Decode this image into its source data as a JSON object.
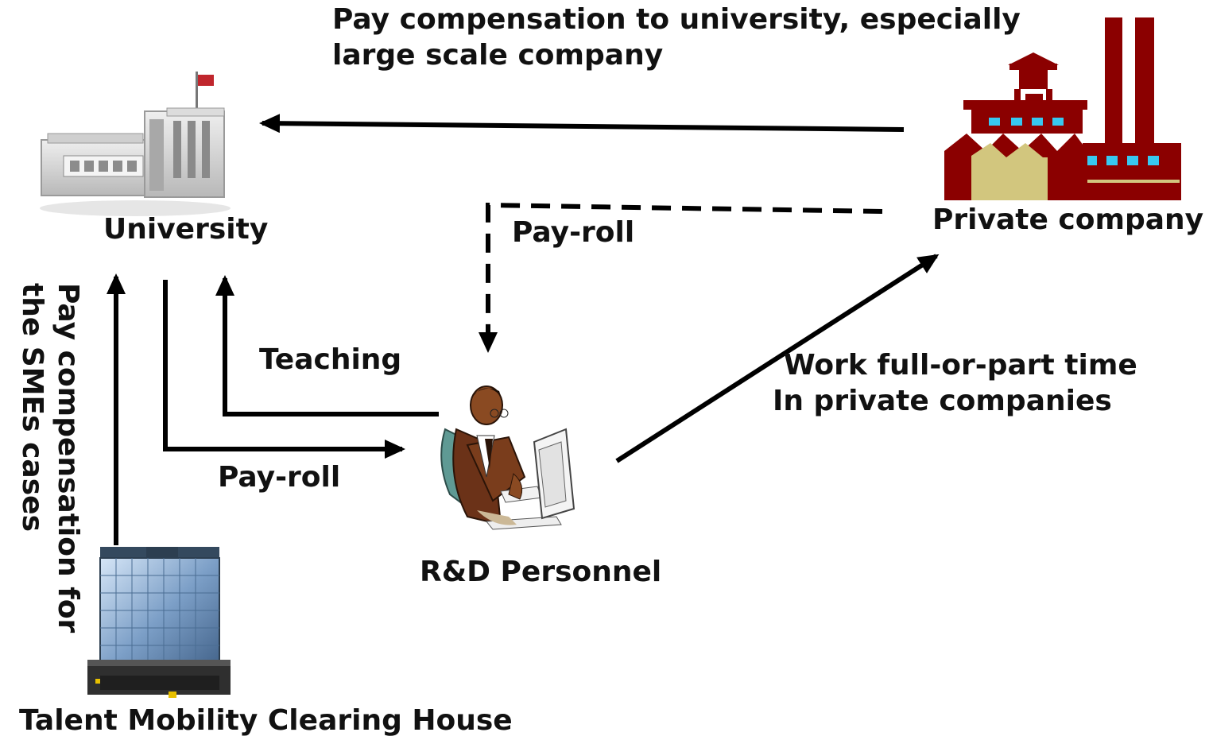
{
  "top_note": {
    "line1": "Pay compensation to university, especially",
    "line2": "large scale company"
  },
  "university": {
    "label": "University"
  },
  "private_company": {
    "label": "Private company"
  },
  "payroll_top": {
    "label": "Pay-roll"
  },
  "teaching": {
    "label": "Teaching"
  },
  "payroll_bottom": {
    "label": "Pay-roll"
  },
  "work_note": {
    "line1": "Work  full-or-part time",
    "line2": "In private companies"
  },
  "rd_personnel": {
    "label": "R&D Personnel"
  },
  "left_note": {
    "line1": "Pay compensation for",
    "line2": "the SMEs  cases"
  },
  "clearing_house": {
    "label": "Talent Mobility Clearing House"
  },
  "colors": {
    "factory": "#8b0000",
    "factory_window": "#38c8f0",
    "factory_wall": "#d2c67e",
    "arrow": "#000000"
  }
}
